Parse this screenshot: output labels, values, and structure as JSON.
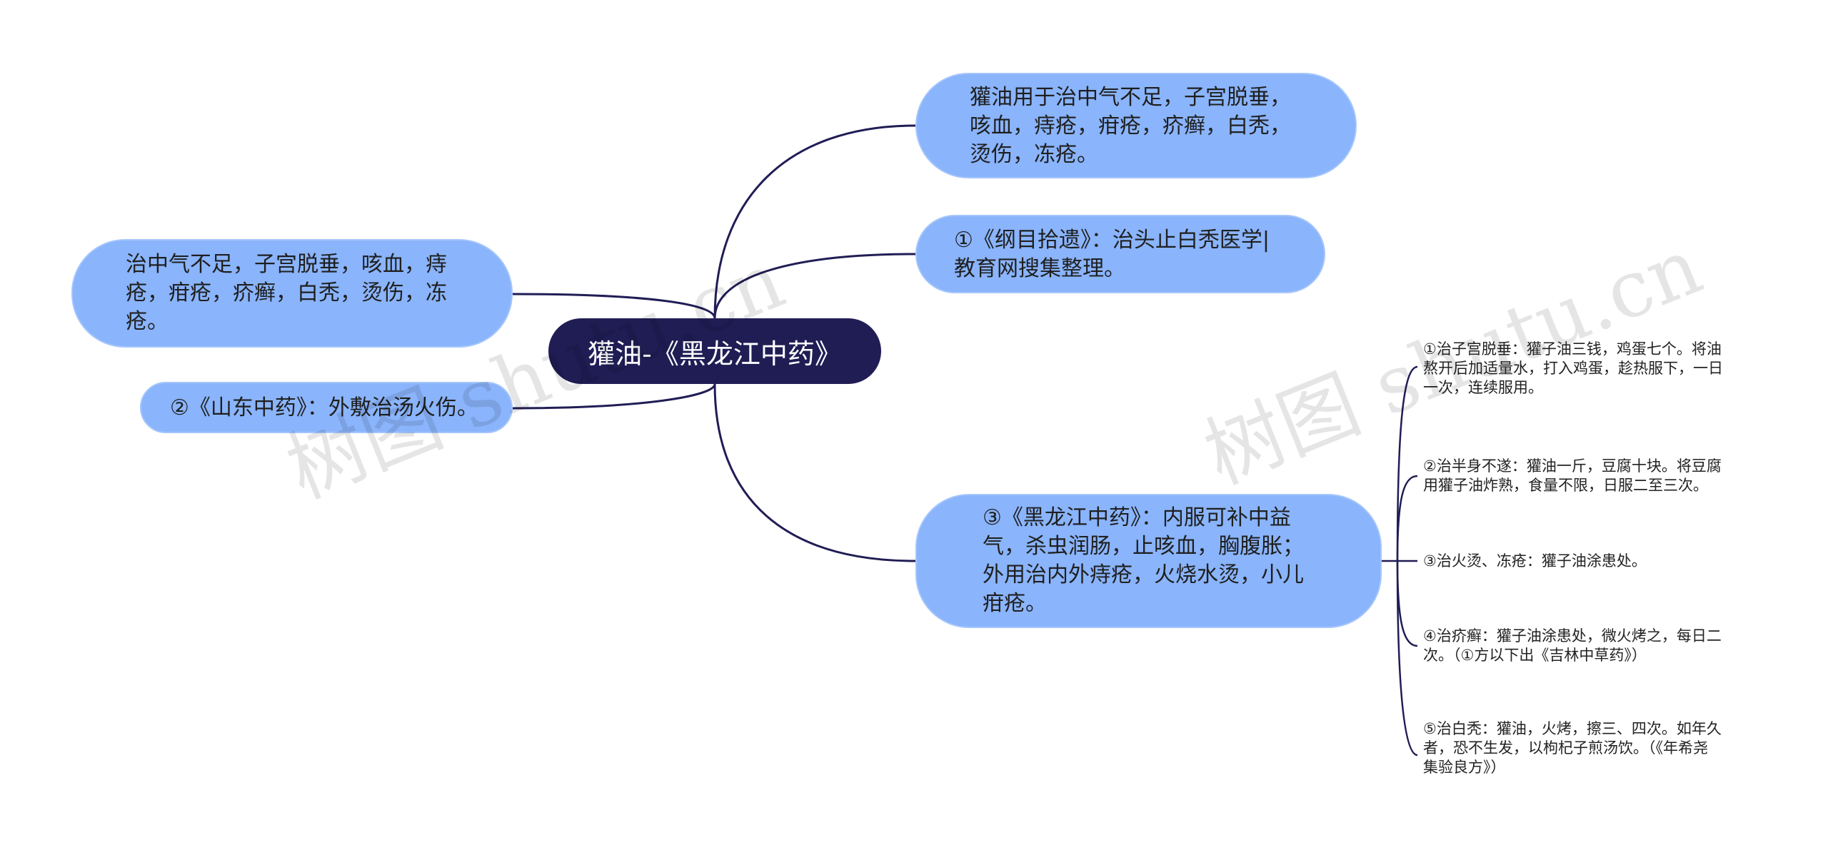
{
  "root": {
    "label": "獾油-《黑龙江中药》"
  },
  "left": [
    {
      "label": "治中气不足，子宫脱垂，咳血，痔\n疮，疳疮，疥癣，白秃，烫伤，冻\n疮。"
    },
    {
      "label": "②《山东中药》：外敷治汤火伤。"
    }
  ],
  "right": [
    {
      "label": "獾油用于治中气不足，子宫脱垂，\n咳血，痔疮，疳疮，疥癣，白秃，\n烫伤，冻疮。"
    },
    {
      "label": "①《纲目拾遗》：治头止白秃医学|\n教育网搜集整理。"
    },
    {
      "label": "③《黑龙江中药》：内服可补中益\n气，杀虫润肠，止咳血，胸腹胀；\n外用治内外痔疮，火烧水烫，小儿\n疳疮。"
    }
  ],
  "leaves": [
    {
      "label": "①治子宫脱垂：獾子油三钱，鸡蛋七个。将油\n熬开后加适量水，打入鸡蛋，趁热服下，一日\n一次，连续服用。"
    },
    {
      "label": "②治半身不遂：獾油一斤，豆腐十块。将豆腐\n用獾子油炸熟，食量不限，日服二至三次。"
    },
    {
      "label": "③治火烫、冻疮：獾子油涂患处。"
    },
    {
      "label": "④治疥癣：獾子油涂患处，微火烤之，每日二\n次。（①方以下出《吉林中草药》）"
    },
    {
      "label": "⑤治白秃：獾油，火烤，擦三、四次。如年久\n者，恐不生发，以枸杞子煎汤饮。（《年希尧\n集验良方》）"
    }
  ],
  "watermarks": [
    "树图 shutu.cn",
    "树图 shutu.cn"
  ],
  "colors": {
    "root_bg": "#201d55",
    "bubble_bg": "#8ab4fb",
    "line": "#201d55"
  }
}
